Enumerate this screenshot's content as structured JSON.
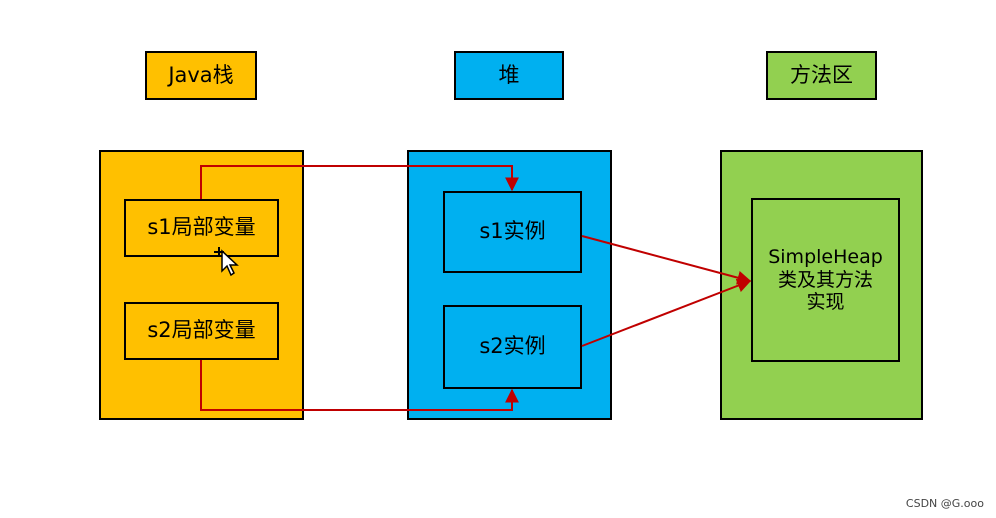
{
  "labels": {
    "stack": "Java栈",
    "heap": "堆",
    "method_area": "方法区"
  },
  "stack": {
    "s1": "s1局部变量",
    "s2": "s2局部变量"
  },
  "heap": {
    "s1": "s1实例",
    "s2": "s2实例"
  },
  "method_area": {
    "class_line1": "SimpleHeap",
    "class_line2": "类及其方法",
    "class_line3": "实现"
  },
  "watermark": "CSDN @G.ooo",
  "colors": {
    "stack": "#ffc000",
    "heap": "#00b0f0",
    "method_area": "#92d050",
    "arrow": "#c00000"
  },
  "icons": {
    "cursor": "mouse-pointer-icon"
  }
}
